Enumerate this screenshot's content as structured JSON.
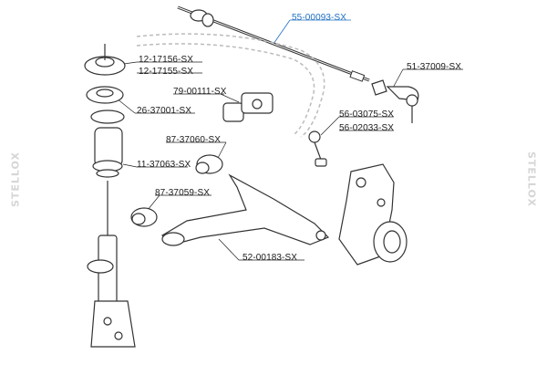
{
  "brand": {
    "watermark": "STELLOX"
  },
  "callouts": {
    "tie_rod": "55-00093-SX",
    "tie_rod_end": "51-37009-SX",
    "mount_a": "12-17156-SX",
    "mount_b": "12-17155-SX",
    "bearing": "26-37001-SX",
    "stab_bushing": "79-00111-SX",
    "bump_stop": "11-37063-SX",
    "link_a": "56-03075-SX",
    "link_b": "56-02033-SX",
    "bushing_upper": "87-37060-SX",
    "bushing_lower": "87-37059-SX",
    "control_arm": "52-00183-SX"
  },
  "colors": {
    "accent": "#1f6fc2",
    "ink": "#1a1a1a",
    "watermark": "#d6d6d6"
  }
}
